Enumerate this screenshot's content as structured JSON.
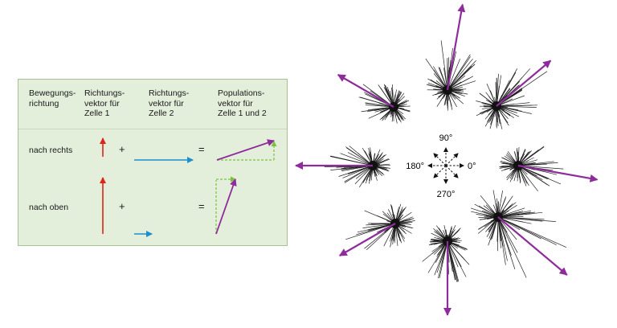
{
  "table": {
    "headers": [
      {
        "line1": "Bewegungs-",
        "line2": "richtung",
        "line3": ""
      },
      {
        "line1": "Richtungs-",
        "line2": "vektor für",
        "line3": "Zelle 1"
      },
      {
        "line1": "Richtungs-",
        "line2": "vektor für",
        "line3": "Zelle 2"
      },
      {
        "line1": "Populations-",
        "line2": "vektor für",
        "line3": "Zelle 1 und 2"
      }
    ],
    "rows": [
      {
        "label": "nach rechts",
        "plus": "+",
        "equals": "="
      },
      {
        "label": "nach oben",
        "plus": "+",
        "equals": "="
      }
    ]
  },
  "compass": {
    "n": "90°",
    "w": "180°",
    "e": "0°",
    "s": "270°"
  },
  "colors": {
    "panel": "#e3eedb",
    "cell1": "#e2231a",
    "cell2": "#1a8fd0",
    "population": "#8e2c9b",
    "component": "#7ac143",
    "ray": "#222222"
  }
}
